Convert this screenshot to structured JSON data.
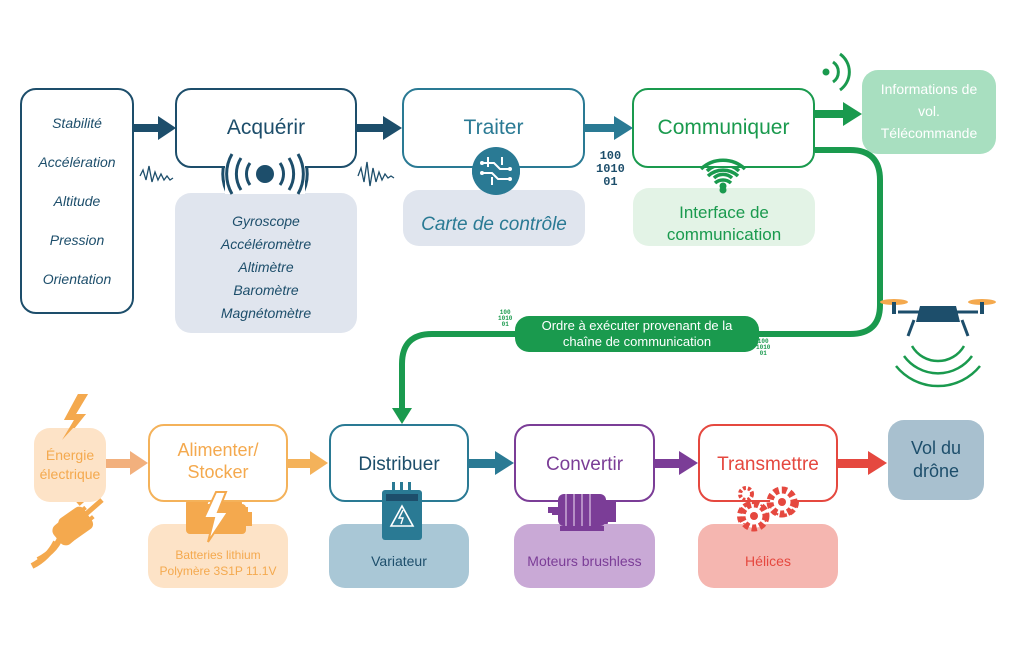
{
  "inputs": [
    "Stabilité",
    "Accélération",
    "Altitude",
    "Pression",
    "Orientation"
  ],
  "acquerir": {
    "title": "Acquérir",
    "items": [
      "Gyroscope",
      "Accéléromètre",
      "Altimètre",
      "Baromètre",
      "Magnétomètre"
    ]
  },
  "traiter": {
    "title": "Traiter",
    "sub": "Carte de contrôle"
  },
  "communiquer": {
    "title": "Communiquer",
    "sub": "Interface de communication"
  },
  "info_out": "Informations de vol. Télécommande",
  "binary": {
    "line1": "100",
    "line2": "1010",
    "line3": "01"
  },
  "order": "Ordre à exécuter provenant de la chaîne de communication",
  "energie": "Énergie électrique",
  "alimenter": {
    "title": "Alimenter/ Stocker",
    "sub": "Batteries lithium Polymère 3S1P 11.1V"
  },
  "distribuer": {
    "title": "Distribuer",
    "sub": "Variateur"
  },
  "convertir": {
    "title": "Convertir",
    "sub": "Moteurs brushless"
  },
  "transmettre": {
    "title": "Transmettre",
    "sub": "Hélices"
  },
  "vol": "Vol du drône",
  "colors": {
    "navy": "#1d4e6b",
    "teal": "#2a7a94",
    "green": "#1a9a4e",
    "green_light": "#a8dfc0",
    "orange": "#f4a94e",
    "orange_light": "#fde3c7",
    "purple": "#7b3d97",
    "purple_light": "#c9a9d6",
    "red": "#e5483f",
    "red_light": "#f5b6b0",
    "blue_light": "#a9c7d6",
    "slate": "#a8c0cf"
  },
  "icons": [
    "sensor-icon",
    "circuit-icon",
    "wifi-icon",
    "signal-icon",
    "battery-icon",
    "lightning-icon",
    "plug-icon",
    "controller-icon",
    "motor-icon",
    "gears-icon",
    "drone-icon",
    "wave-icon"
  ]
}
